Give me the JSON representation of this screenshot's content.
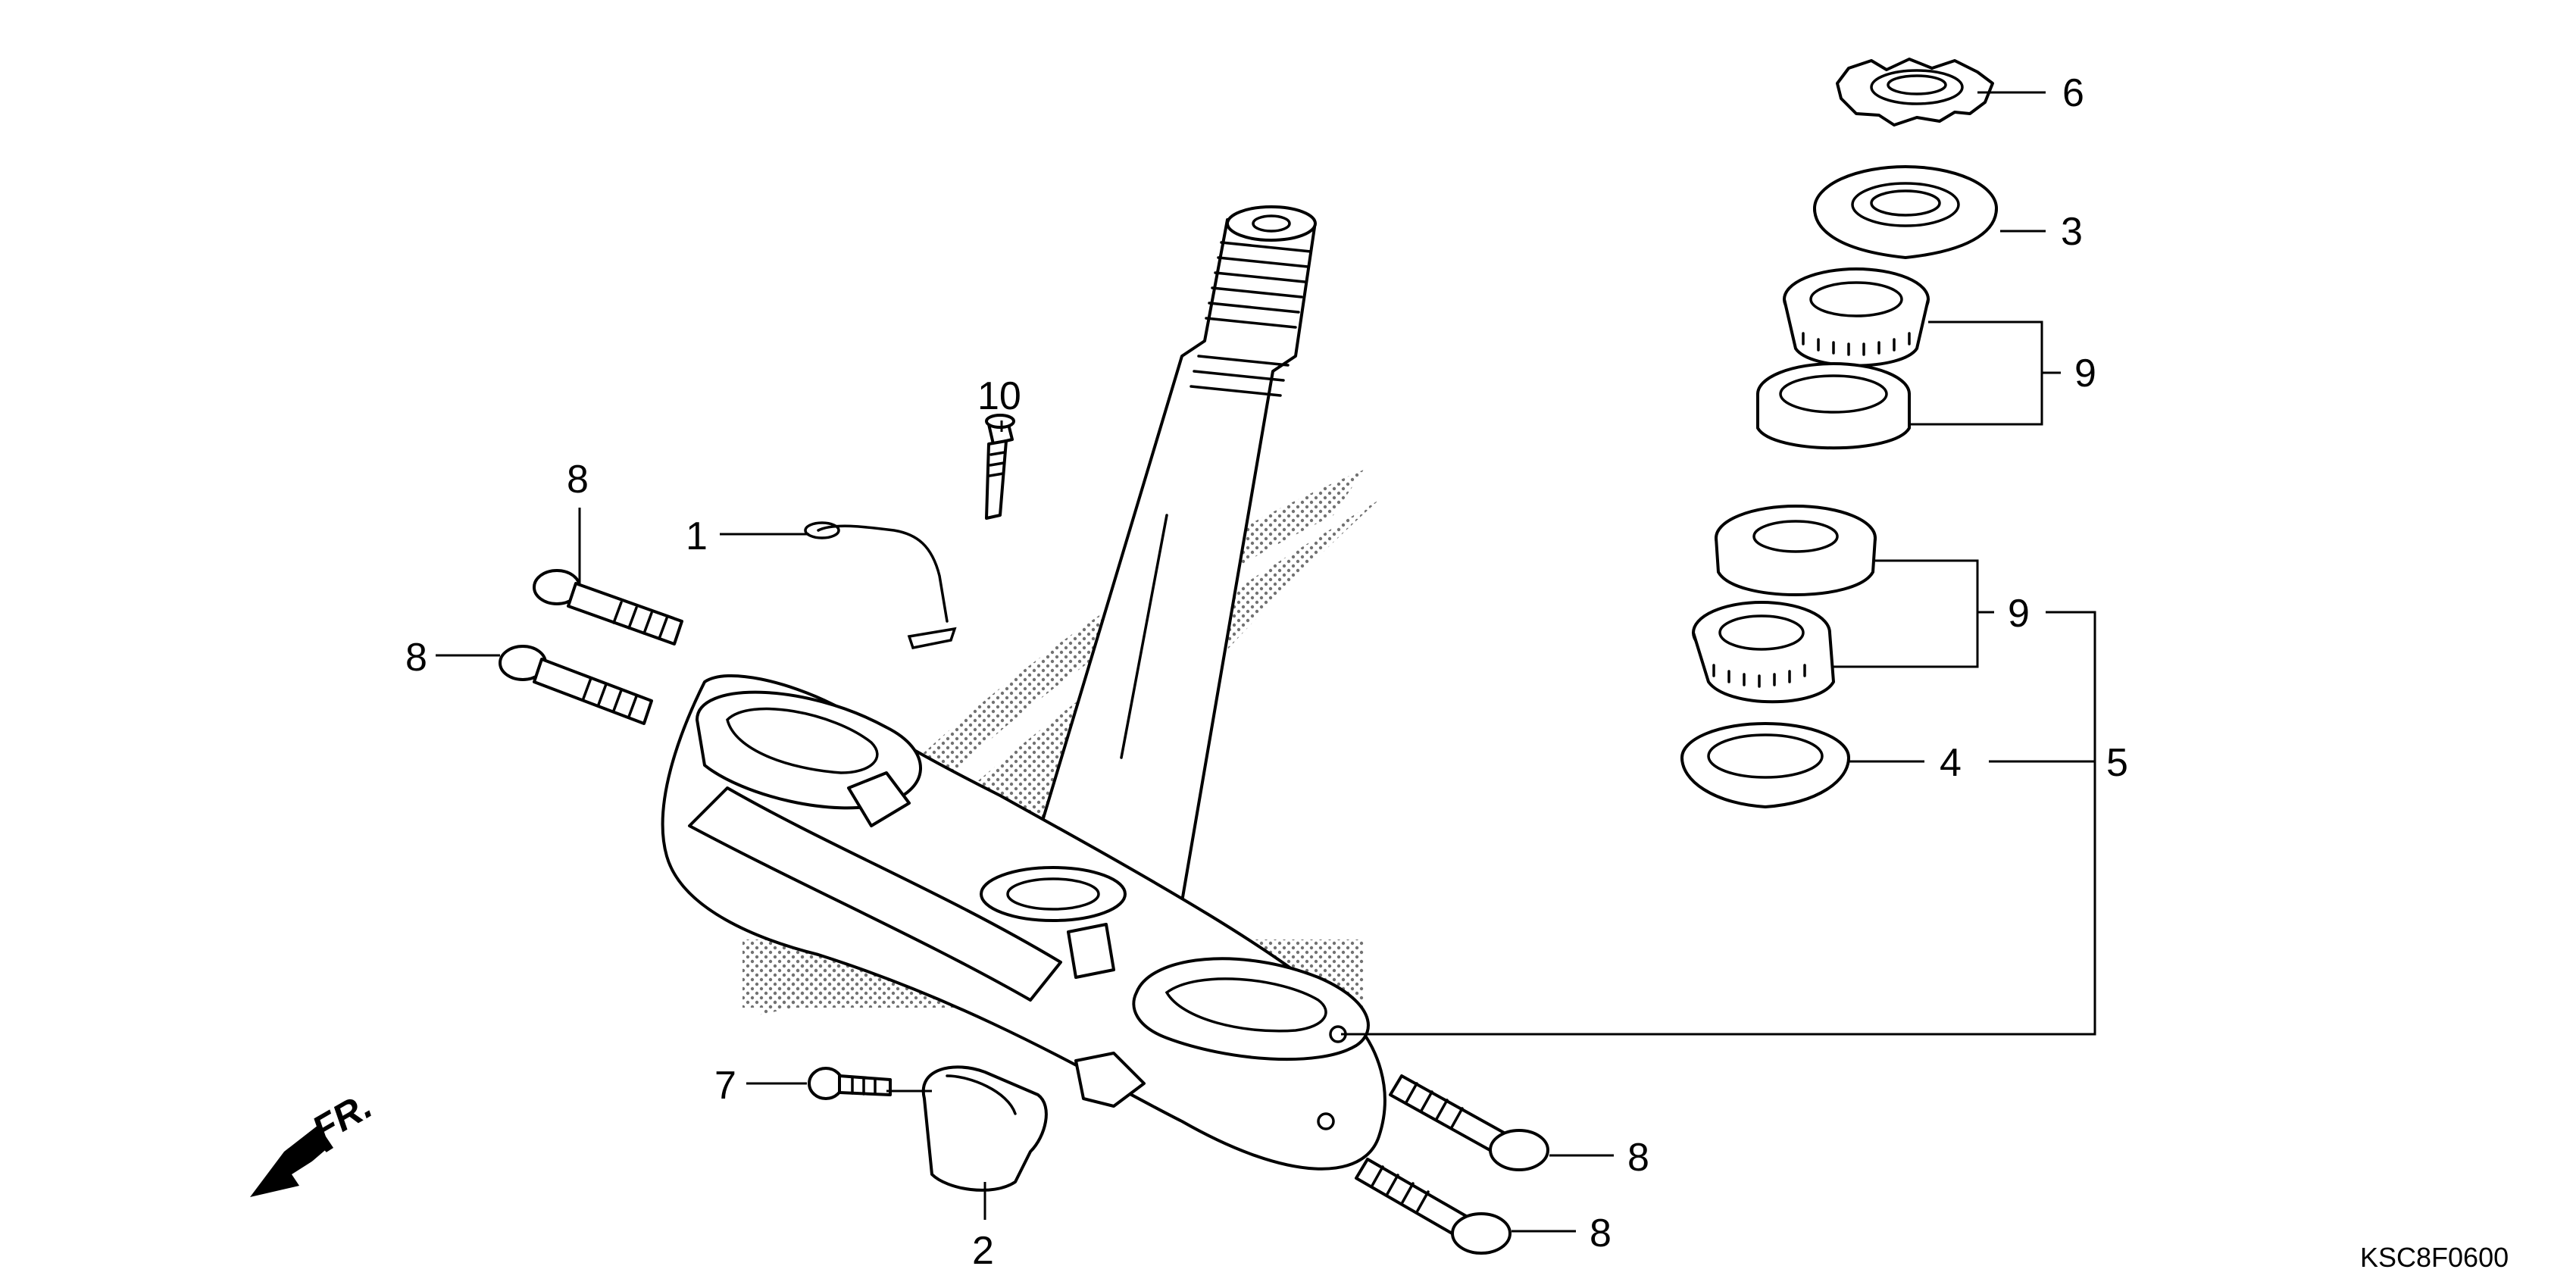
{
  "diagram": {
    "callouts": {
      "c1": "1",
      "c2": "2",
      "c3": "3",
      "c4": "4",
      "c5": "5",
      "c6": "6",
      "c7": "7",
      "c8": "8",
      "c9": "9",
      "c10": "10"
    },
    "direction_label": "FR.",
    "diagram_code": "KSC8F0600"
  }
}
